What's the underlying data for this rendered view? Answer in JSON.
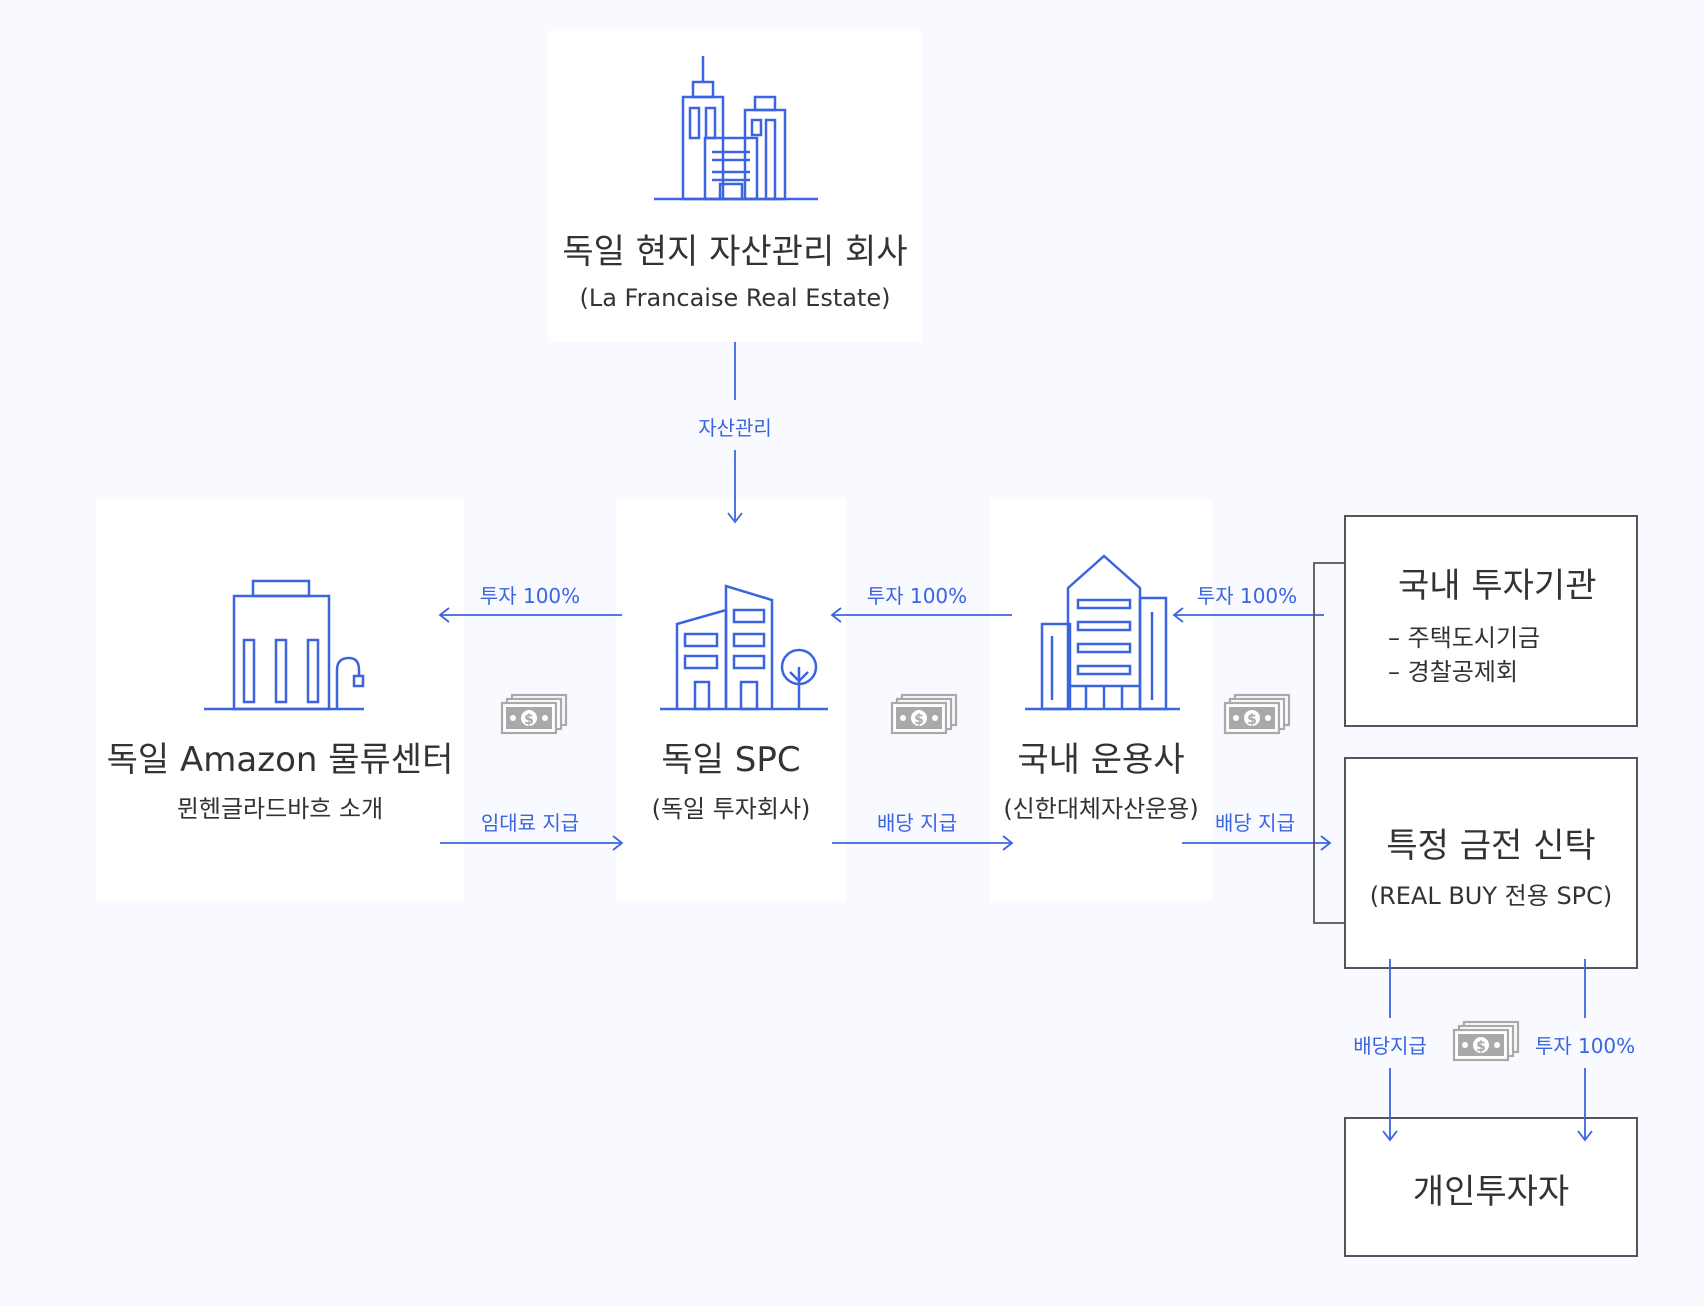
{
  "top": {
    "title": "독일 현지 자산관리 회사",
    "subtitle": "(La Francaise Real Estate)",
    "edge_label": "자산관리"
  },
  "amazon": {
    "title": "독일 Amazon 물류센터",
    "subtitle": "뮌헨글라드바흐 소개"
  },
  "spc": {
    "title": "독일 SPC",
    "subtitle": "(독일 투자회사)"
  },
  "manager": {
    "title": "국내 운용사",
    "subtitle": "(신한대체자산운용)"
  },
  "institutions": {
    "title": "국내 투자기관",
    "items": [
      "– 주택도시기금",
      "– 경찰공제회"
    ]
  },
  "trust": {
    "title": "특정 금전 신탁",
    "subtitle": "(REAL BUY 전용 SPC)"
  },
  "individual": {
    "title": "개인투자자"
  },
  "edges": {
    "spc_to_amazon_invest": "투자 100%",
    "amazon_to_spc_rent": "임대료 지급",
    "mgr_to_spc_invest": "투자 100%",
    "spc_to_mgr_dividend": "배당 지급",
    "inst_to_mgr_invest": "투자 100%",
    "mgr_to_trust_dividend": "배당 지급",
    "trust_to_ind_dividend": "배당지급",
    "ind_to_trust_invest": "투자 100%"
  },
  "icons": {
    "top": "skyscraper-icon",
    "amazon": "warehouse-icon",
    "spc": "office-building-icon",
    "manager": "tower-building-icon",
    "money": "money-stack-icon"
  },
  "colors": {
    "accent": "#3b65e0",
    "money_icon": "#a9a9a9",
    "box_border": "#555555",
    "background": "#f8faff"
  }
}
